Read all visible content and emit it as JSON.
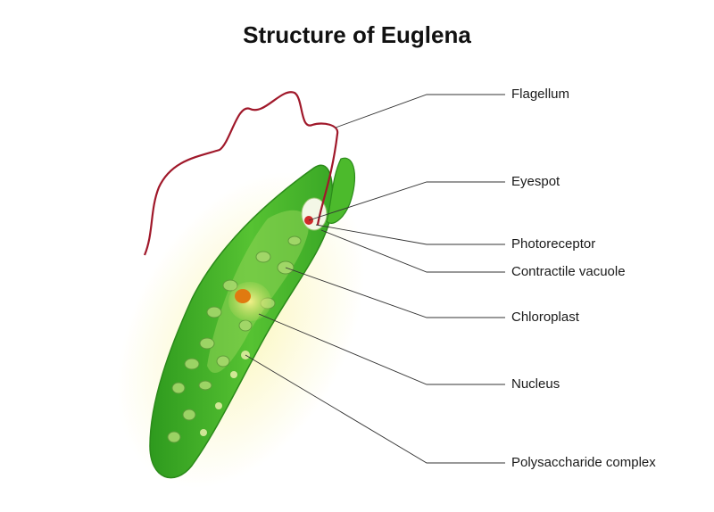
{
  "title": "Structure of Euglena",
  "labels": {
    "flagellum": "Flagellum",
    "eyespot": "Eyespot",
    "photoreceptor": "Photoreceptor",
    "contractile_vacuole": "Contractile vacuole",
    "chloroplast": "Chloroplast",
    "nucleus": "Nucleus",
    "polysaccharide_complex": "Polysaccharide complex"
  },
  "colors": {
    "body_green": "#3fae2a",
    "body_light": "#9fdc5a",
    "glow": "#f6ef9a",
    "flagellum": "#a0182a",
    "nucleus": "#e07a10",
    "leader_line": "#333333"
  }
}
